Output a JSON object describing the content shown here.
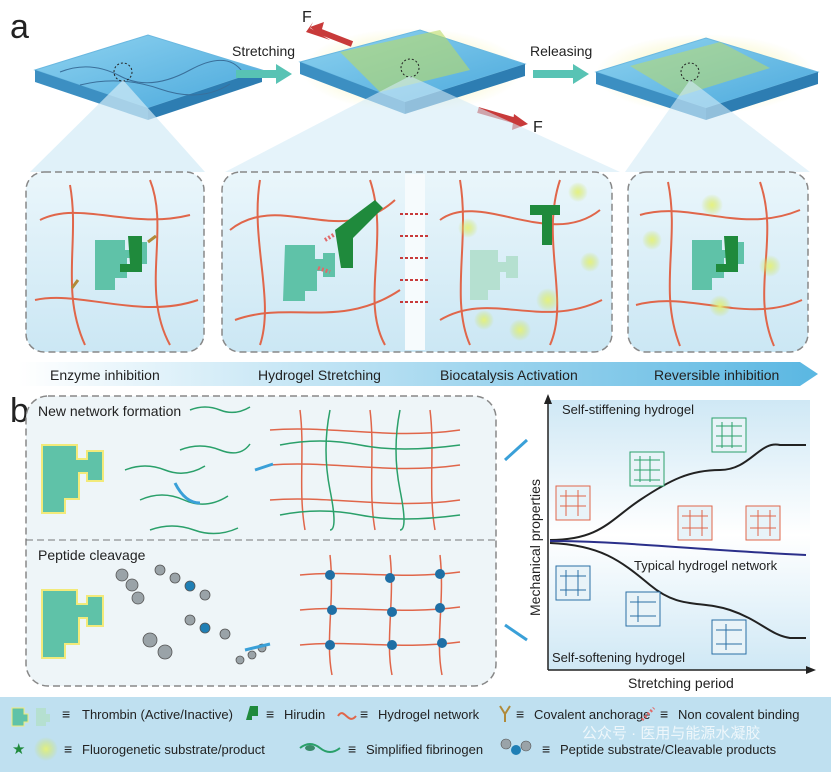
{
  "panel_a": {
    "label": "a",
    "steps": {
      "stretch": "Stretching",
      "release": "Releasing"
    },
    "force": "F",
    "stages": [
      "Enzyme inhibition",
      "Hydrogel Stretching",
      "Biocatalysis Activation",
      "Reversible inhibition"
    ]
  },
  "panel_b": {
    "label": "b",
    "top_title": "New network formation",
    "bottom_title": "Peptide cleavage",
    "chart": {
      "ylabel": "Mechanical properties",
      "xlabel": "Stretching period",
      "stiff": "Self-stiffening hydrogel",
      "typical": "Typical hydrogel network",
      "soft": "Self-softening hydrogel"
    }
  },
  "legend": {
    "thrombin": "Thrombin (Active/Inactive)",
    "hirudin": "Hirudin",
    "network": "Hydrogel network",
    "anchor": "Covalent anchorage",
    "noncov": "Non covalent binding",
    "substrate": "Fluorogenetic substrate/product",
    "fibrinogen": "Simplified fibrinogen",
    "peptide": "Peptide substrate/Cleavable products"
  },
  "watermark": "公众号 · 医用与能源水凝胶",
  "colors": {
    "network": "#e0664a",
    "hirudin": "#1f8a3c",
    "thrombin": "#5fc2a8",
    "glow": "#c8e05a",
    "blue": "#3aa0d8"
  }
}
